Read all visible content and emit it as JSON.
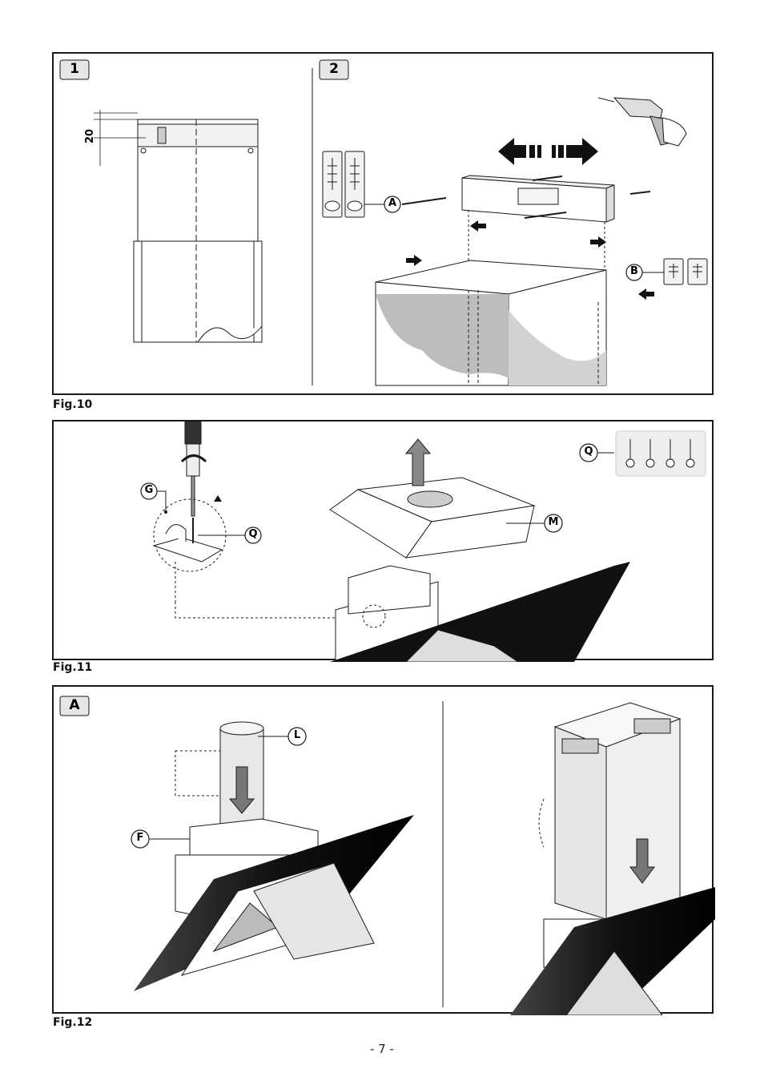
{
  "fig10": {
    "caption": "Fig.10",
    "step1_label": "1",
    "step2_label": "2",
    "dimension": "20",
    "label_a": "A",
    "label_b": "B"
  },
  "fig11": {
    "caption": "Fig.11",
    "label_g": "G",
    "label_q": "Q",
    "label_q_box": "Q",
    "label_m": "M"
  },
  "fig12": {
    "caption": "Fig.12",
    "step_label": "A",
    "label_l": "L",
    "label_f": "F"
  },
  "page_number": "- 7 -",
  "colors": {
    "line": "#1a1a1a",
    "hood_dark": "#111111",
    "chimney_fill": "#e6e6e6",
    "wall_gray": "#bdbdbd"
  }
}
